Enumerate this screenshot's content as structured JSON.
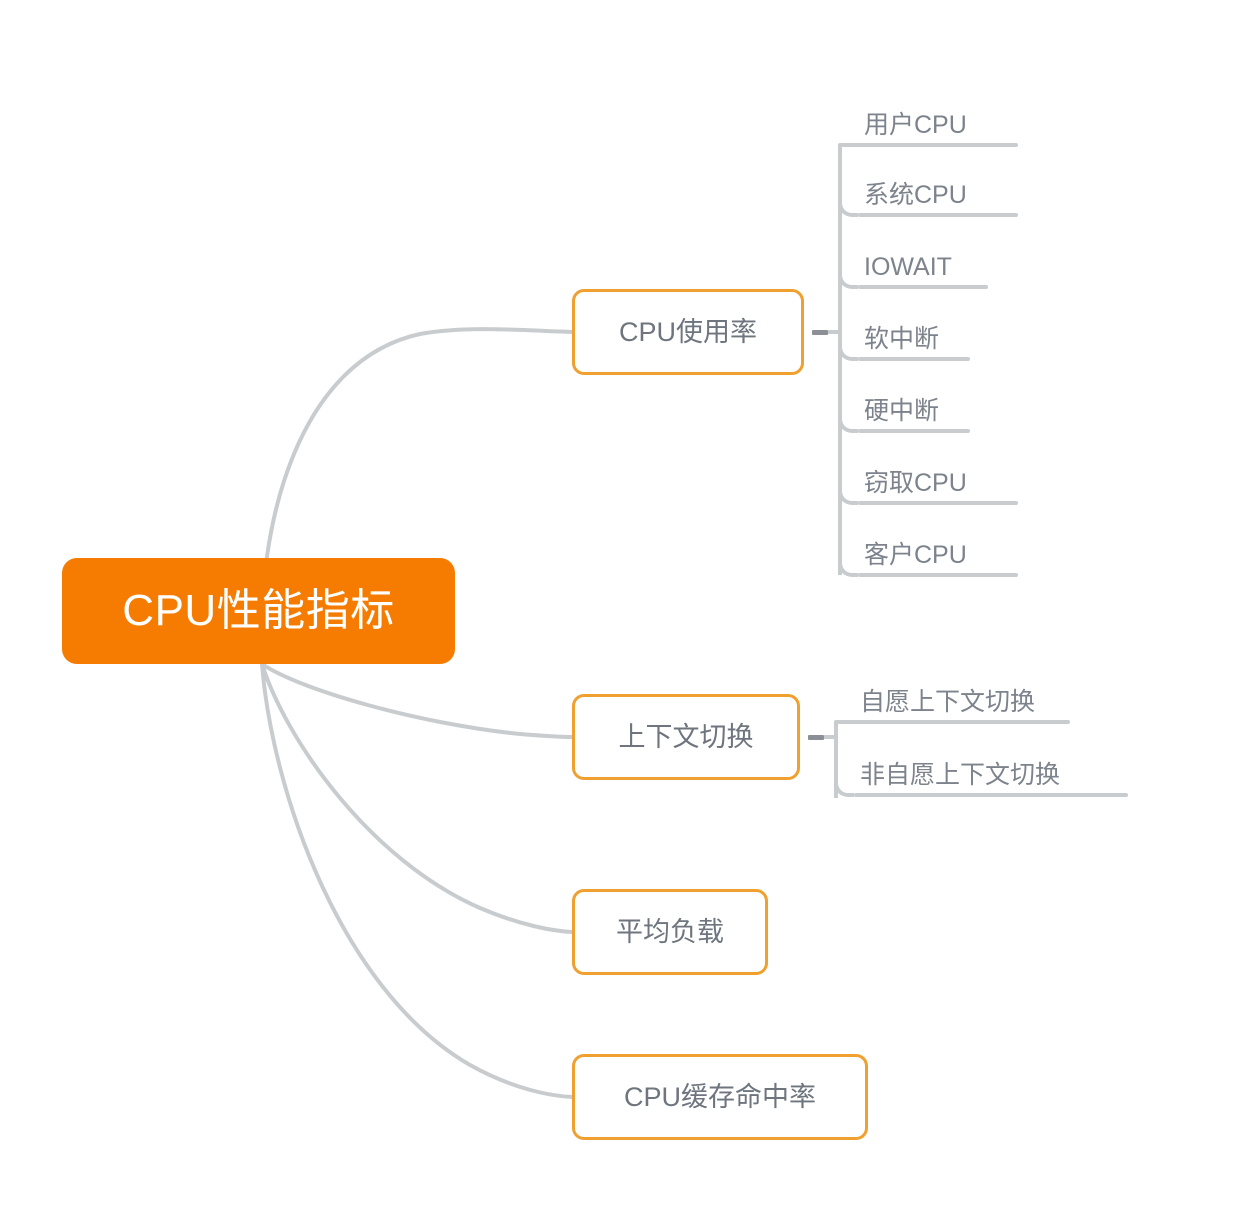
{
  "diagram": {
    "title": "CPU性能指标",
    "type": "mindmap",
    "colors": {
      "root_fill": "#F57C00",
      "root_text": "#FFFFFF",
      "branch_border": "#F0A02E",
      "branch_text": "#6E757E",
      "leaf_text": "#7D838C",
      "line": "#C9CCCE",
      "connector_dash": "#8C9096",
      "background": "#FFFFFF"
    }
  },
  "root": {
    "label": "CPU性能指标"
  },
  "branches": [
    {
      "label": "CPU使用率",
      "children": [
        {
          "label": "用户CPU"
        },
        {
          "label": "系统CPU"
        },
        {
          "label": "IOWAIT"
        },
        {
          "label": "软中断"
        },
        {
          "label": "硬中断"
        },
        {
          "label": "窃取CPU"
        },
        {
          "label": "客户CPU"
        }
      ]
    },
    {
      "label": "上下文切换",
      "children": [
        {
          "label": "自愿上下文切换"
        },
        {
          "label": "非自愿上下文切换"
        }
      ]
    },
    {
      "label": "平均负载",
      "children": []
    },
    {
      "label": "CPU缓存命中率",
      "children": []
    }
  ]
}
